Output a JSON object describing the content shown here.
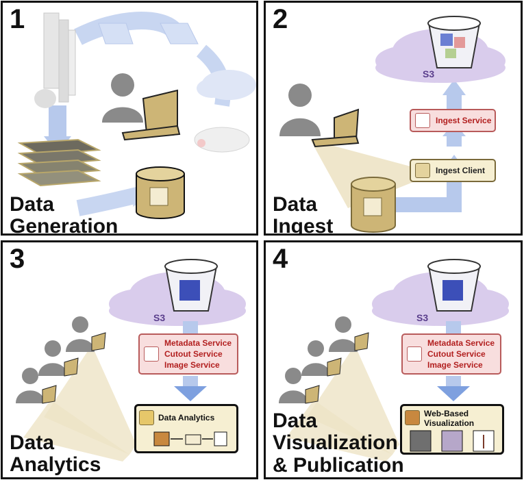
{
  "panels": [
    {
      "number": "1",
      "title_lines": [
        "Data",
        "Generation"
      ]
    },
    {
      "number": "2",
      "title_lines": [
        "Data",
        "Ingest"
      ]
    },
    {
      "number": "3",
      "title_lines": [
        "Data",
        "Analytics"
      ]
    },
    {
      "number": "4",
      "title_lines": [
        "Data",
        "Visualization",
        "& Publication"
      ]
    }
  ],
  "ingest": {
    "storage_label": "S3",
    "ingest_service": "Ingest Service",
    "ingest_client": "Ingest Client"
  },
  "analytics": {
    "storage_label": "S3",
    "services": [
      "Metadata Service",
      "Cutout Service",
      "Image Service"
    ],
    "tool": "Data Analytics"
  },
  "visualization": {
    "storage_label": "S3",
    "services": [
      "Metadata Service",
      "Cutout Service",
      "Image Service"
    ],
    "tool_lines": [
      "Web-Based",
      "Visualization"
    ]
  },
  "colors": {
    "panel_border": "#111111",
    "service_text": "#b21f1f",
    "service_fill": "#f8dede",
    "cloud_fill": "#d9ccec",
    "s3_text": "#5a3e8c",
    "arrow_blue": "#a9c2ea",
    "db_gold": "#cdb576",
    "beam": "#ede3c5",
    "person": "#8a8a8a"
  }
}
